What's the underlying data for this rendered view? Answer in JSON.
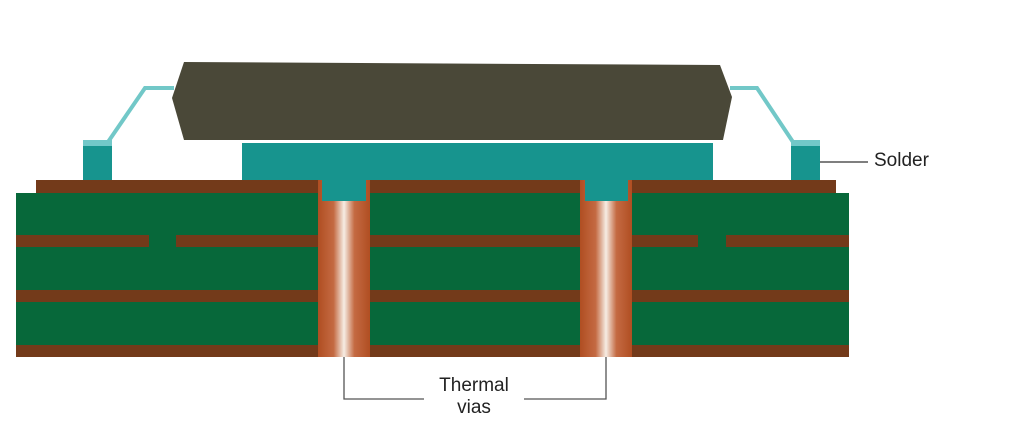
{
  "labels": {
    "solder": "Solder",
    "thermal_vias_line1": "Thermal",
    "thermal_vias_line2": "vias"
  },
  "colors": {
    "chip": "#4a4838",
    "lead": "#72c8c8",
    "solder": "#17948e",
    "copper": "#733a1a",
    "board": "#07683a",
    "via_copper": "#b8572a",
    "leader_line": "#555555"
  }
}
